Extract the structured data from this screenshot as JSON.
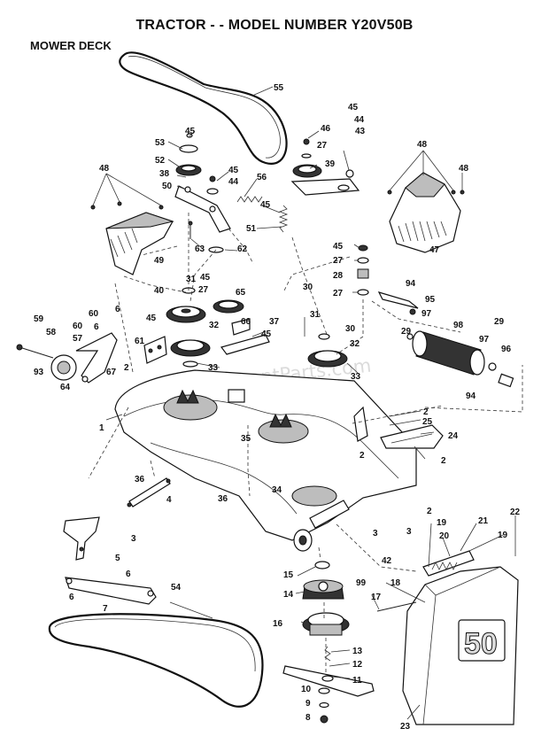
{
  "header": {
    "title": "TRACTOR - - MODEL NUMBER Y20V50B",
    "section": "MOWER DECK"
  },
  "watermark": "eReplacementParts.com",
  "deck_badge": "50",
  "callouts": [
    {
      "id": "c55",
      "label": "55"
    },
    {
      "id": "c45a",
      "label": "45"
    },
    {
      "id": "c53",
      "label": "53"
    },
    {
      "id": "c52",
      "label": "52"
    },
    {
      "id": "c38",
      "label": "38"
    },
    {
      "id": "c50",
      "label": "50"
    },
    {
      "id": "c45b",
      "label": "45"
    },
    {
      "id": "c44a",
      "label": "44"
    },
    {
      "id": "c56",
      "label": "56"
    },
    {
      "id": "c46",
      "label": "46"
    },
    {
      "id": "c27a",
      "label": "27"
    },
    {
      "id": "c39",
      "label": "39"
    },
    {
      "id": "c45c",
      "label": "45"
    },
    {
      "id": "c44b",
      "label": "44"
    },
    {
      "id": "c43",
      "label": "43"
    },
    {
      "id": "c48a",
      "label": "48"
    },
    {
      "id": "c48b",
      "label": "48"
    },
    {
      "id": "c48c",
      "label": "48"
    },
    {
      "id": "c45d",
      "label": "45"
    },
    {
      "id": "c51",
      "label": "51"
    },
    {
      "id": "c63",
      "label": "63"
    },
    {
      "id": "c62",
      "label": "62"
    },
    {
      "id": "c49",
      "label": "49"
    },
    {
      "id": "c47",
      "label": "47"
    },
    {
      "id": "c45e",
      "label": "45"
    },
    {
      "id": "c27b",
      "label": "27"
    },
    {
      "id": "c28",
      "label": "28"
    },
    {
      "id": "c27c",
      "label": "27"
    },
    {
      "id": "c94a",
      "label": "94"
    },
    {
      "id": "c95",
      "label": "95"
    },
    {
      "id": "c31a",
      "label": "31"
    },
    {
      "id": "c45f",
      "label": "45"
    },
    {
      "id": "c27d",
      "label": "27"
    },
    {
      "id": "c65",
      "label": "65"
    },
    {
      "id": "c40",
      "label": "40"
    },
    {
      "id": "c30a",
      "label": "30"
    },
    {
      "id": "c97a",
      "label": "97"
    },
    {
      "id": "c29a",
      "label": "29"
    },
    {
      "id": "c6a",
      "label": "6"
    },
    {
      "id": "c60a",
      "label": "60"
    },
    {
      "id": "c45g",
      "label": "45"
    },
    {
      "id": "c66",
      "label": "66"
    },
    {
      "id": "c37",
      "label": "37"
    },
    {
      "id": "c31b",
      "label": "31"
    },
    {
      "id": "c30b",
      "label": "30"
    },
    {
      "id": "c98",
      "label": "98"
    },
    {
      "id": "c29b",
      "label": "29"
    },
    {
      "id": "c59",
      "label": "59"
    },
    {
      "id": "c58",
      "label": "58"
    },
    {
      "id": "c60b",
      "label": "60"
    },
    {
      "id": "c6b",
      "label": "6"
    },
    {
      "id": "c57",
      "label": "57"
    },
    {
      "id": "c61",
      "label": "61"
    },
    {
      "id": "c32a",
      "label": "32"
    },
    {
      "id": "c45h",
      "label": "45"
    },
    {
      "id": "c32b",
      "label": "32"
    },
    {
      "id": "c97b",
      "label": "97"
    },
    {
      "id": "c96",
      "label": "96"
    },
    {
      "id": "c33a",
      "label": "33"
    },
    {
      "id": "c33b",
      "label": "33"
    },
    {
      "id": "c93",
      "label": "93"
    },
    {
      "id": "c64",
      "label": "64"
    },
    {
      "id": "c67",
      "label": "67"
    },
    {
      "id": "c2a",
      "label": "2"
    },
    {
      "id": "c94b",
      "label": "94"
    },
    {
      "id": "c1",
      "label": "1"
    },
    {
      "id": "c2b",
      "label": "2"
    },
    {
      "id": "c25",
      "label": "25"
    },
    {
      "id": "c24",
      "label": "24"
    },
    {
      "id": "c35",
      "label": "35"
    },
    {
      "id": "c2c",
      "label": "2"
    },
    {
      "id": "c2d",
      "label": "2"
    },
    {
      "id": "c36a",
      "label": "36"
    },
    {
      "id": "c34",
      "label": "34"
    },
    {
      "id": "c4",
      "label": "4"
    },
    {
      "id": "c36b",
      "label": "36"
    },
    {
      "id": "c3a",
      "label": "3"
    },
    {
      "id": "c3b",
      "label": "3"
    },
    {
      "id": "c3c",
      "label": "3"
    },
    {
      "id": "c2e",
      "label": "2"
    },
    {
      "id": "c19a",
      "label": "19"
    },
    {
      "id": "c21",
      "label": "21"
    },
    {
      "id": "c22",
      "label": "22"
    },
    {
      "id": "c20",
      "label": "20"
    },
    {
      "id": "c19b",
      "label": "19"
    },
    {
      "id": "c42",
      "label": "42"
    },
    {
      "id": "c5",
      "label": "5"
    },
    {
      "id": "c6c",
      "label": "6"
    },
    {
      "id": "c15",
      "label": "15"
    },
    {
      "id": "c99",
      "label": "99"
    },
    {
      "id": "c18",
      "label": "18"
    },
    {
      "id": "c6d",
      "label": "6"
    },
    {
      "id": "c7",
      "label": "7"
    },
    {
      "id": "c54",
      "label": "54"
    },
    {
      "id": "c14",
      "label": "14"
    },
    {
      "id": "c17",
      "label": "17"
    },
    {
      "id": "c16",
      "label": "16"
    },
    {
      "id": "c13",
      "label": "13"
    },
    {
      "id": "c12",
      "label": "12"
    },
    {
      "id": "c11",
      "label": "11"
    },
    {
      "id": "c10",
      "label": "10"
    },
    {
      "id": "c9",
      "label": "9"
    },
    {
      "id": "c8",
      "label": "8"
    },
    {
      "id": "c23",
      "label": "23"
    }
  ]
}
